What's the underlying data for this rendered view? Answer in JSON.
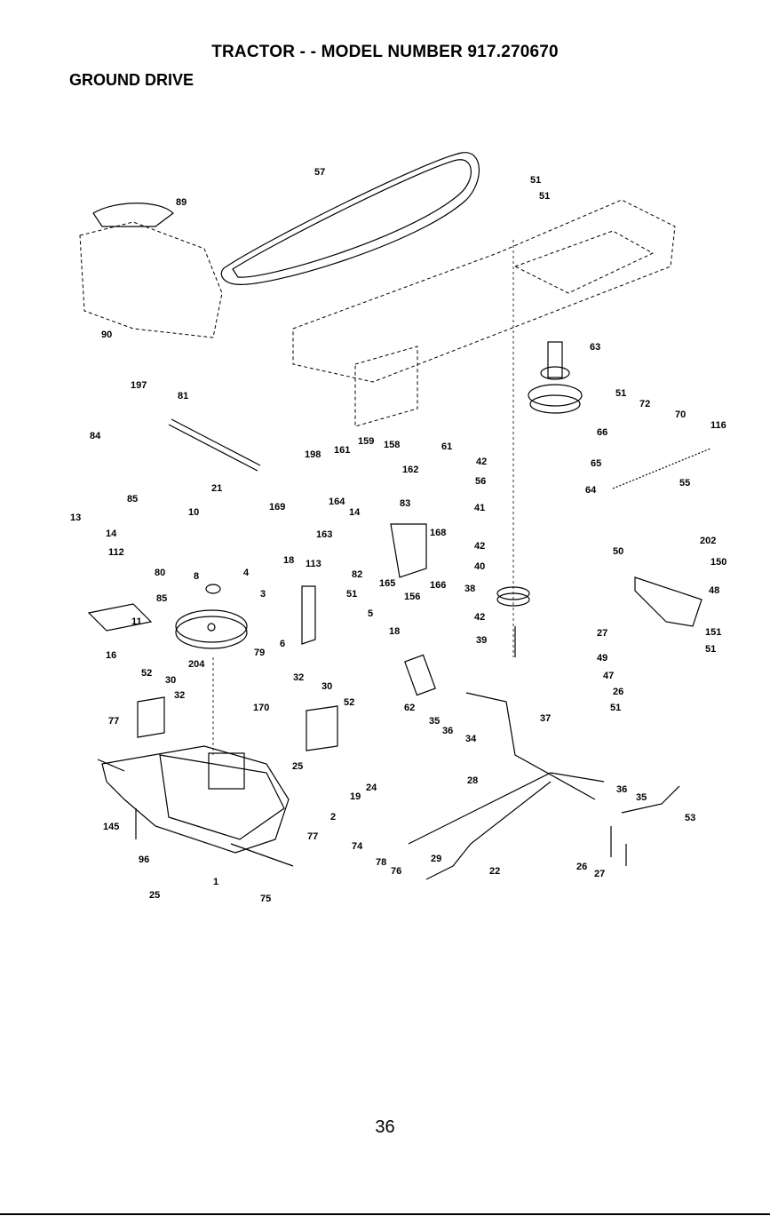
{
  "header": {
    "title": "TRACTOR - - MODEL NUMBER 917.270670",
    "section": "GROUND DRIVE"
  },
  "callouts": [
    "57",
    "51",
    "51",
    "89",
    "90",
    "63",
    "51",
    "72",
    "70",
    "116",
    "197",
    "81",
    "84",
    "198",
    "161",
    "159",
    "158",
    "162",
    "61",
    "66",
    "42",
    "65",
    "56",
    "64",
    "55",
    "85",
    "21",
    "169",
    "164",
    "14",
    "83",
    "163",
    "168",
    "41",
    "13",
    "14",
    "10",
    "112",
    "80",
    "8",
    "4",
    "18",
    "113",
    "82",
    "165",
    "166",
    "156",
    "42",
    "40",
    "50",
    "202",
    "150",
    "48",
    "85",
    "3",
    "51",
    "5",
    "38",
    "11",
    "18",
    "6",
    "42",
    "39",
    "27",
    "151",
    "49",
    "51",
    "16",
    "204",
    "79",
    "32",
    "47",
    "26",
    "51",
    "52",
    "30",
    "32",
    "30",
    "52",
    "170",
    "62",
    "35",
    "36",
    "34",
    "37",
    "77",
    "25",
    "19",
    "24",
    "28",
    "36",
    "35",
    "53",
    "145",
    "2",
    "77",
    "74",
    "96",
    "78",
    "76",
    "29",
    "22",
    "26",
    "27",
    "25",
    "1",
    "75"
  ],
  "footer": {
    "page_number": "36"
  }
}
